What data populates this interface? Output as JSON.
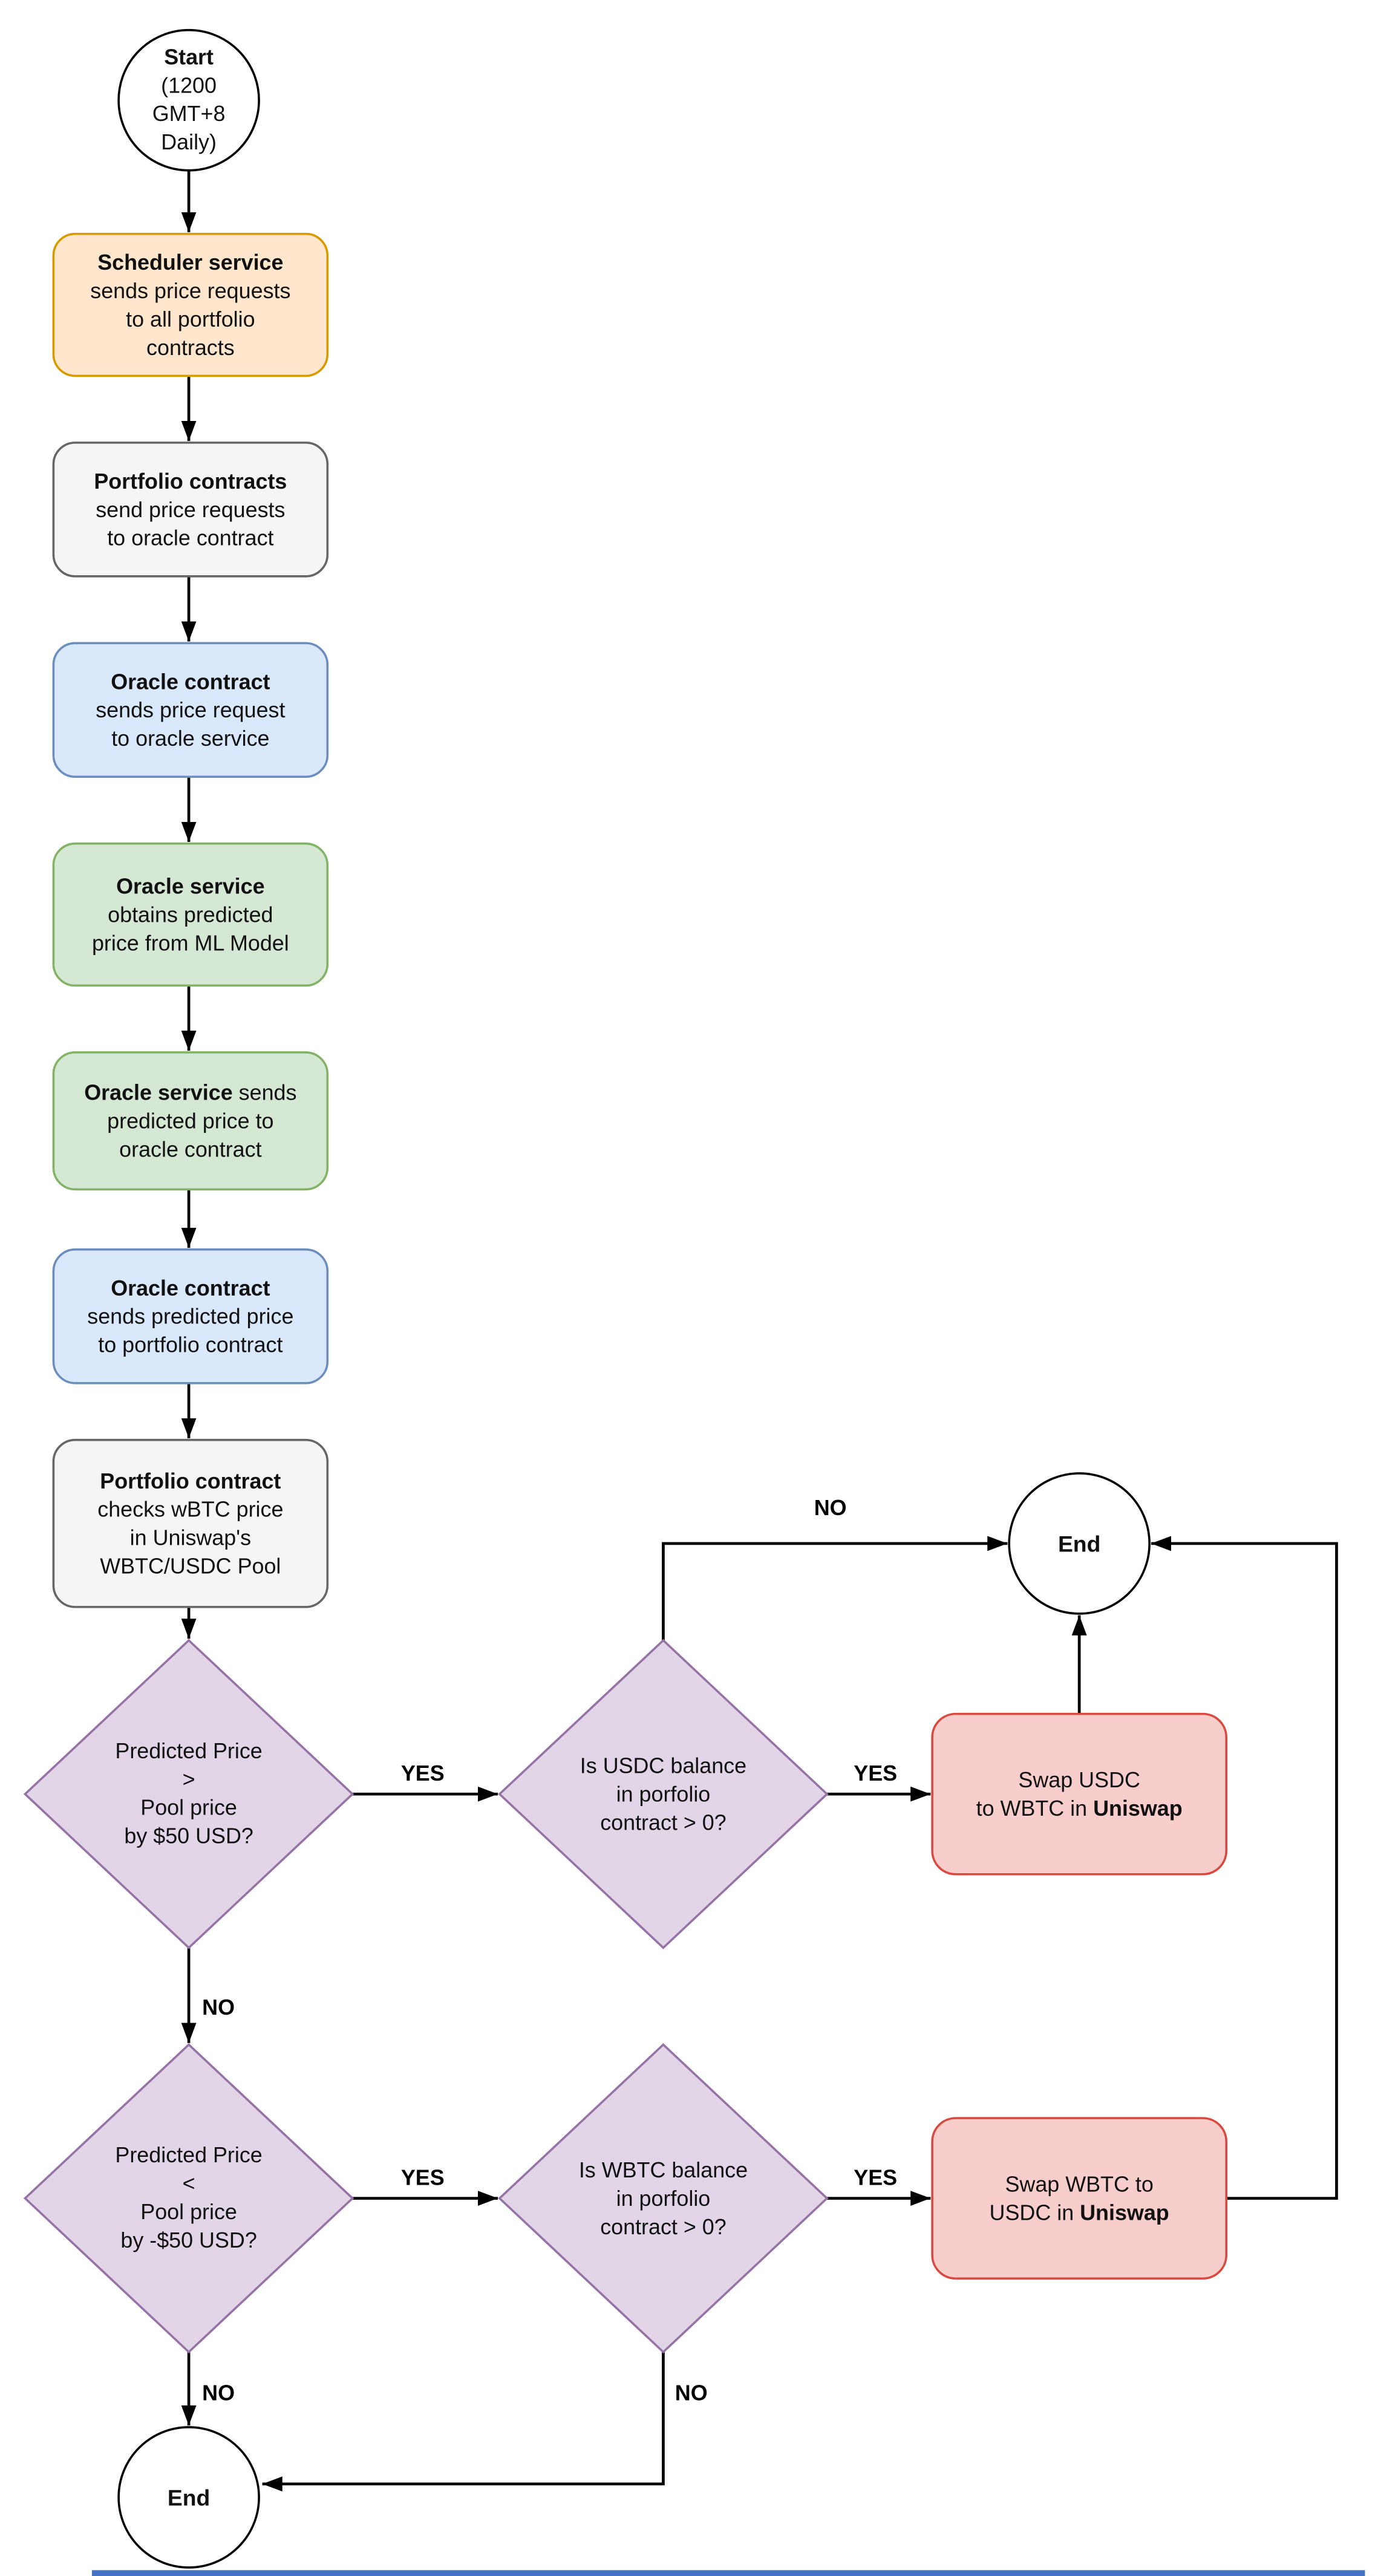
{
  "colors": {
    "edge": "#000000",
    "terminal_fill": "#ffffff",
    "terminal_stroke": "#000000",
    "orange_fill": "#FFE6CC",
    "orange_stroke": "#D79B00",
    "gray_fill": "#F5F5F5",
    "gray_stroke": "#666666",
    "blue_fill": "#DAE8FC",
    "blue_stroke": "#6C8EBF",
    "green_fill": "#D5E8D4",
    "green_stroke": "#82B366",
    "purple_fill": "#E1D5E7",
    "purple_stroke": "#9673A6",
    "red_fill": "#F8CECC",
    "red_stroke": "#D9493F",
    "bottom_line": "#4472C4"
  },
  "nodes": {
    "start": {
      "line1": "Start",
      "line2": "(1200",
      "line3": "GMT+8",
      "line4": "Daily)"
    },
    "scheduler": {
      "bold": "Scheduler service",
      "line1": "sends price requests",
      "line2": "to all portfolio",
      "line3": "contracts"
    },
    "portfolio_contracts": {
      "bold": "Portfolio contracts",
      "line1": "send price requests",
      "line2": "to oracle contract"
    },
    "oracle_contract_request": {
      "bold": "Oracle contract",
      "line1": "sends price request",
      "line2": "to oracle service"
    },
    "oracle_service_ml": {
      "bold": "Oracle service",
      "line1": "obtains predicted",
      "line2": "price from ML Model"
    },
    "oracle_service_sends": {
      "bold": "Oracle service",
      "bold_suffix": " sends",
      "line1": "predicted price to",
      "line2": "oracle contract"
    },
    "oracle_contract_sends": {
      "bold": "Oracle contract",
      "line1": "sends predicted price",
      "line2": "to portfolio contract"
    },
    "portfolio_checks": {
      "bold": "Portfolio contract",
      "line1": "checks wBTC price",
      "line2": "in Uniswap's",
      "line3": "WBTC/USDC Pool"
    },
    "decision_price_above": {
      "line1": "Predicted Price",
      "line2": ">",
      "line3": "Pool price",
      "line4": "by $50 USD?"
    },
    "decision_usdc_balance": {
      "line1": "Is USDC balance",
      "line2": "in porfolio",
      "line3": "contract > 0?"
    },
    "decision_price_below": {
      "line1": "Predicted Price",
      "line2": "<",
      "line3": "Pool price",
      "line4": "by -$50 USD?"
    },
    "decision_wbtc_balance": {
      "line1": "Is WBTC balance",
      "line2": "in porfolio",
      "line3": "contract > 0?"
    },
    "swap_usdc_to_wbtc": {
      "line1": "Swap USDC",
      "line2_prefix": "to WBTC in ",
      "line2_bold": "Uniswap"
    },
    "swap_wbtc_to_usdc": {
      "line1": "Swap WBTC to",
      "line2_prefix": "USDC in ",
      "line2_bold": "Uniswap"
    },
    "end_top": {
      "label": "End"
    },
    "end_bottom": {
      "label": "End"
    }
  },
  "edge_labels": {
    "yes": "YES",
    "no": "NO"
  }
}
